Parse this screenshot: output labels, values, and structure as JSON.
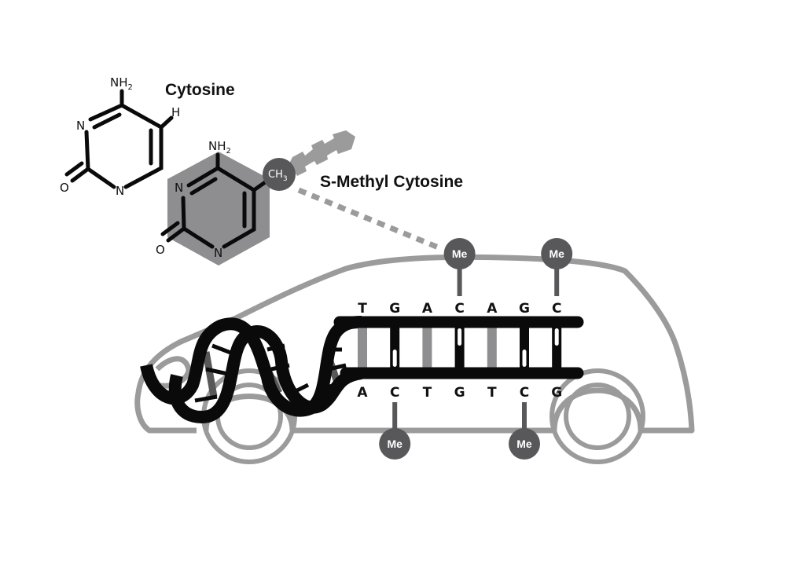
{
  "labels": {
    "cytosine": "Cytosine",
    "methyl_cytosine": "S-Methyl Cytosine"
  },
  "atoms": {
    "nh2": "NH",
    "sub2": "2",
    "n": "N",
    "o": "O",
    "h": "H",
    "ch": "CH",
    "sub3": "3"
  },
  "dna": {
    "top_strand": [
      "T",
      "G",
      "A",
      "C",
      "A",
      "G",
      "C"
    ],
    "bottom_strand": [
      "A",
      "C",
      "T",
      "G",
      "T",
      "C",
      "G"
    ],
    "methyl_label": "Me"
  },
  "colors": {
    "ink": "#0a0a0a",
    "car": "#9b9b9c",
    "methyl": "#58585a",
    "hexagon": "#8e8e90"
  }
}
